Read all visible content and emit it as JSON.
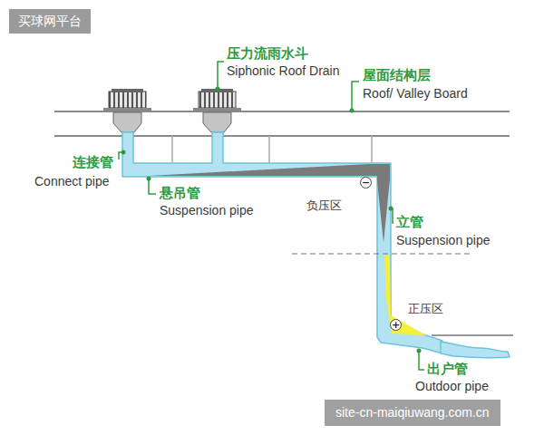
{
  "diagram": {
    "labels": [
      "买球网平台",
      "压力流雨水斗",
      "Siphonic Roof Drain",
      "屋面结构层",
      "Roof/ Valley Board",
      "连接管",
      "Connect pipe",
      "悬吊管",
      "Suspension pipe",
      "负压区",
      "−",
      "立管",
      "Suspension pipe",
      "正压区",
      "+",
      "出户管",
      "Outdoor pipe",
      "site-cn-maiqiuwang.com.cn"
    ]
  }
}
